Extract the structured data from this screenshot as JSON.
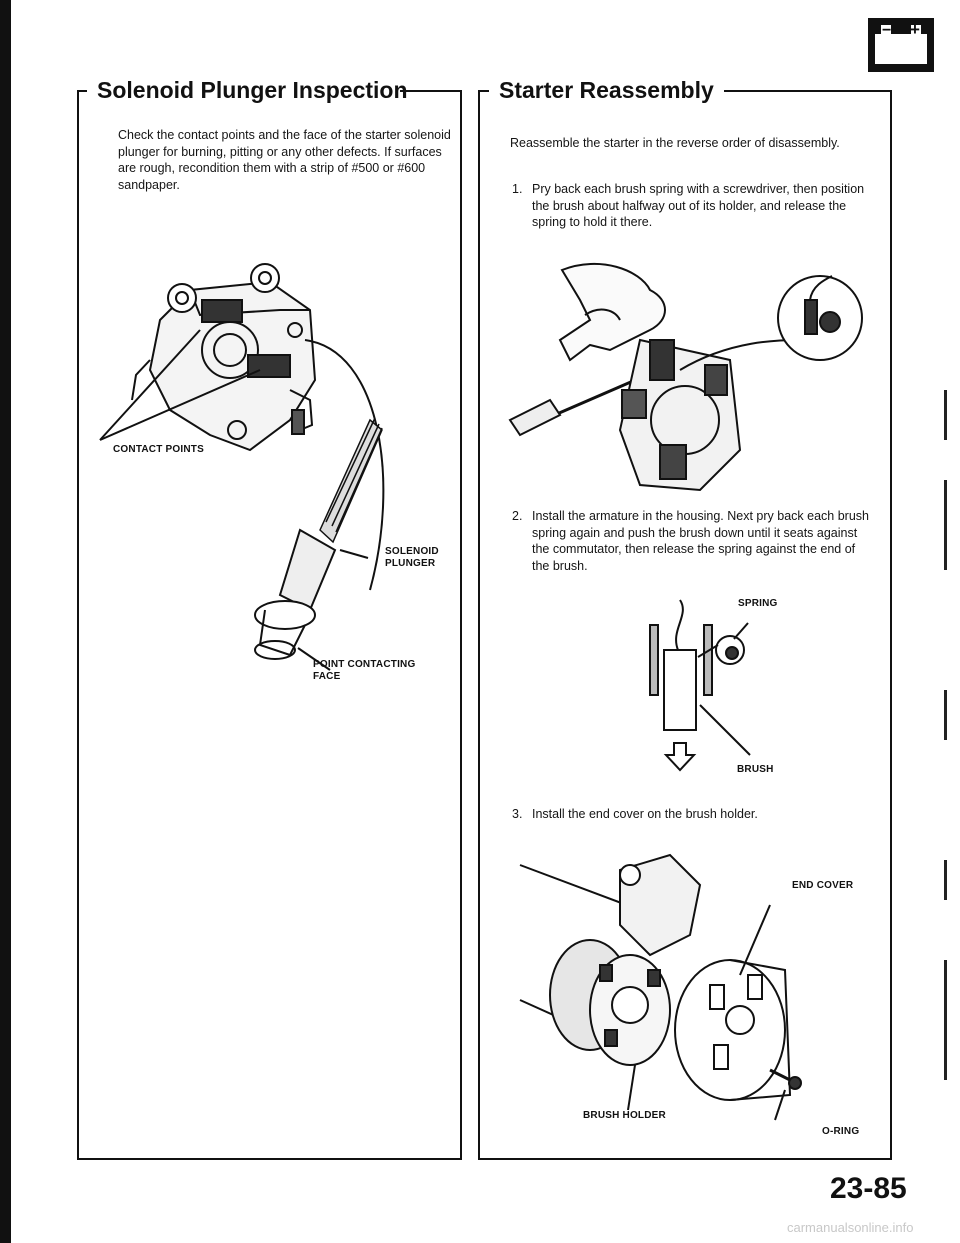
{
  "left_section": {
    "title": "Solenoid Plunger Inspection",
    "body": "Check the contact points and the face of the starter solenoid plunger for burning, pitting or any other defects. If surfaces are rough, recondition them with a strip of #500 or #600 sandpaper.",
    "callouts": {
      "contact_points": "CONTACT POINTS",
      "solenoid_plunger": "SOLENOID\nPLUNGER",
      "point_contacting_face": "POINT CONTACTING\nFACE"
    }
  },
  "right_section": {
    "title": "Starter Reassembly",
    "intro": "Reassemble the starter in the reverse order of disassembly.",
    "steps": [
      {
        "num": "1.",
        "text": "Pry back each brush spring with a screwdriver, then position the brush about halfway out of its holder, and release the spring to hold it there."
      },
      {
        "num": "2.",
        "text": "Install the armature in the housing. Next pry back each brush spring again and push the brush down until it seats against the commutator, then release the spring against the end of the brush."
      },
      {
        "num": "3.",
        "text": "Install the end cover on the brush holder."
      }
    ],
    "callouts": {
      "spring": "SPRING",
      "brush": "BRUSH",
      "end_cover": "END COVER",
      "brush_holder": "BRUSH HOLDER",
      "o_ring": "O-RING"
    }
  },
  "battery_icon": {
    "minus": "−",
    "plus": "+"
  },
  "page_number": "23-85",
  "watermark": "carmanualsonline.info"
}
